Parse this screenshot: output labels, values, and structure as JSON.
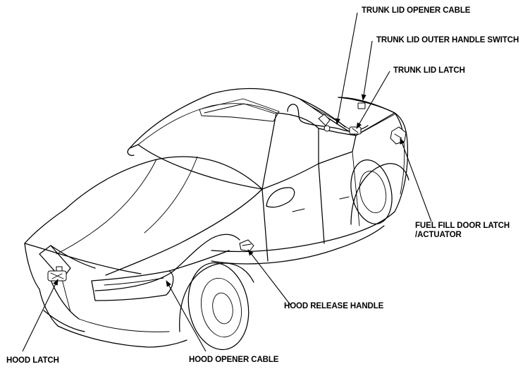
{
  "labels": {
    "trunk_lid_opener_cable": "TRUNK LID OPENER CABLE",
    "trunk_lid_outer_handle_switch": "TRUNK LID OUTER HANDLE SWITCH",
    "trunk_lid_latch": "TRUNK LID LATCH",
    "fuel_fill_door_latch_line1": "FUEL FILL DOOR LATCH",
    "fuel_fill_door_latch_line2": "/ACTUATOR",
    "hood_release_handle": "HOOD RELEASE HANDLE",
    "hood_latch": "HOOD LATCH",
    "hood_opener_cable": "HOOD OPENER CABLE"
  }
}
